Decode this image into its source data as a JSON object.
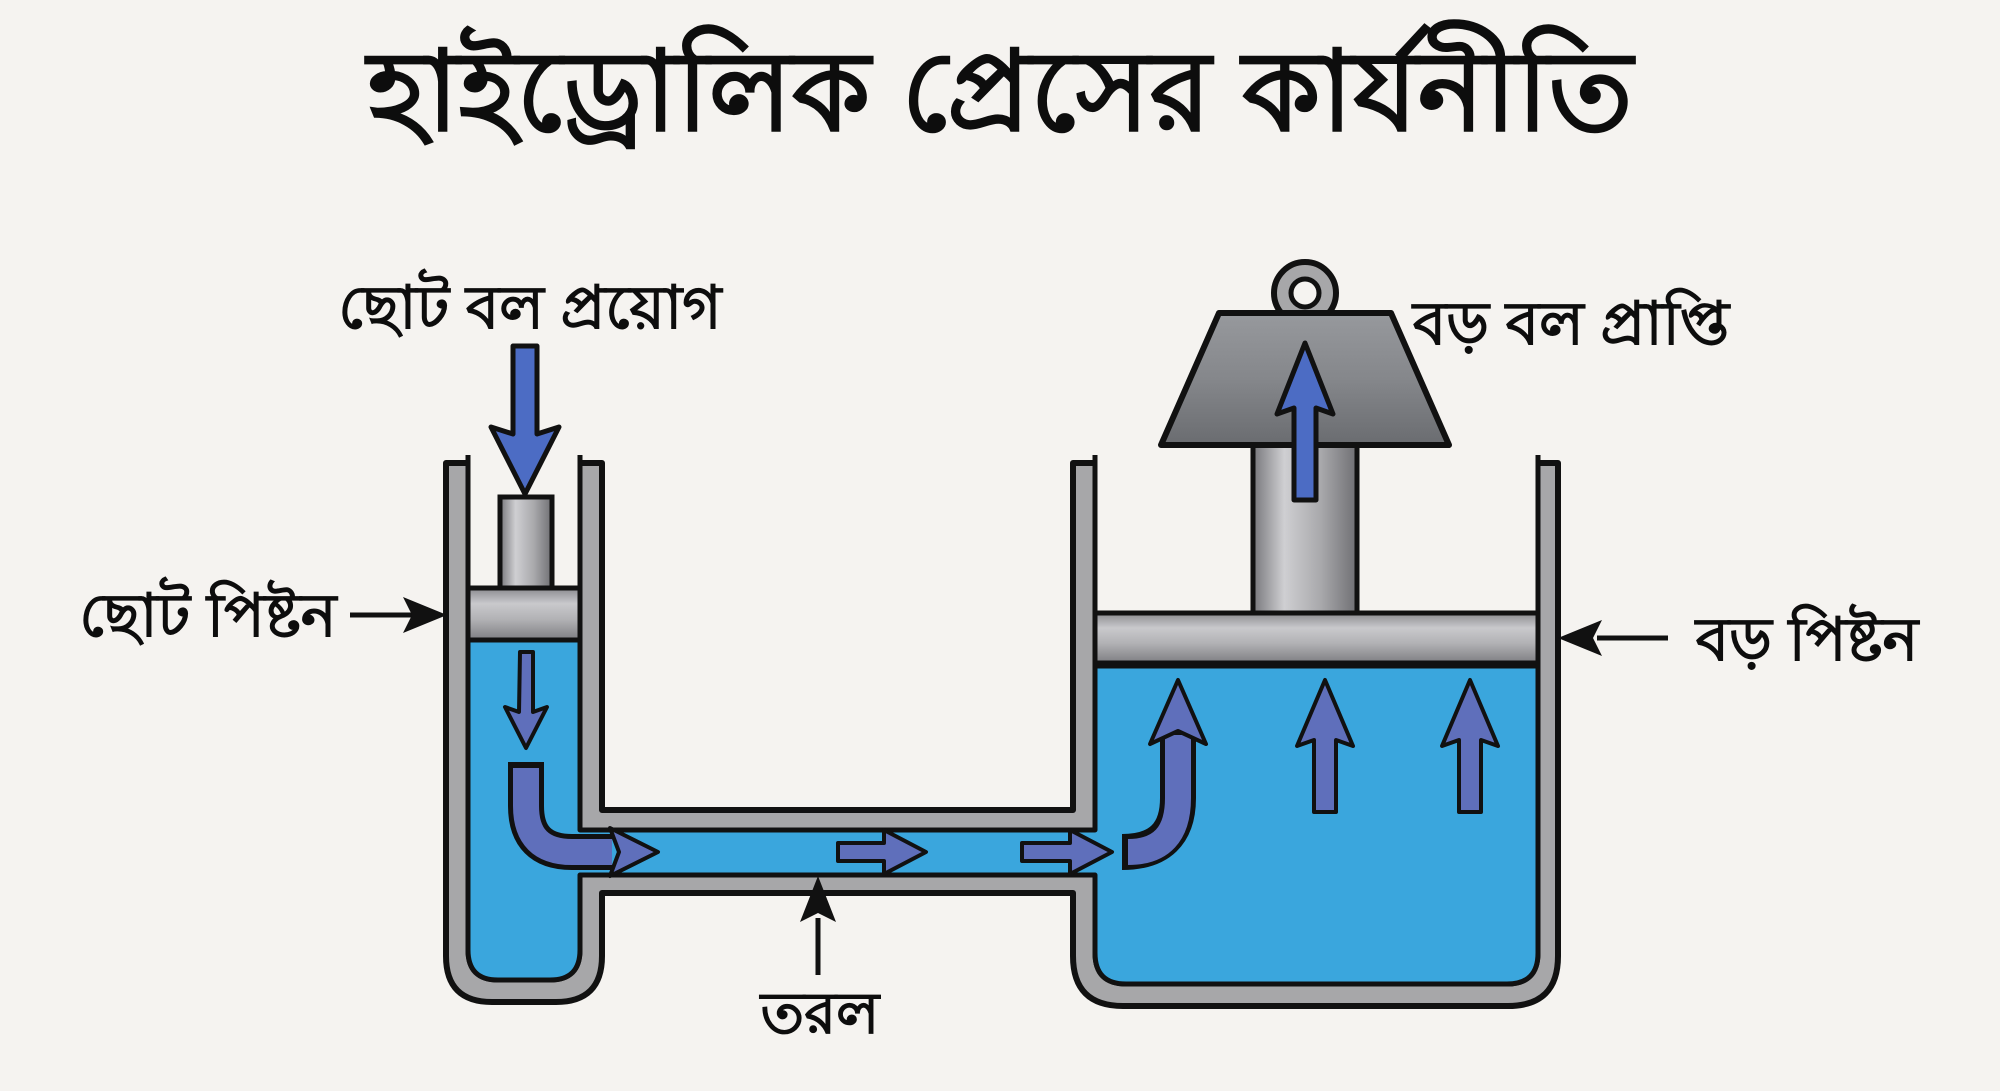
{
  "title": "হাইড্রোলিক প্রেসের কার্যনীতি",
  "labels": {
    "small_force": "ছোট বল প্রয়োগ",
    "small_piston": "ছোট পিষ্টন",
    "big_force": "বড় বল প্রাপ্তি",
    "big_piston": "বড় পিষ্টন",
    "liquid": "তরল"
  },
  "colors": {
    "background": "#F5F3F0",
    "liquid": "#3AA6DD",
    "wall": "#A7A7A9",
    "flow_arrow": "#5F6FBB",
    "force_arrow": "#4C6CC4",
    "outline": "#111111",
    "label_arrow": "#111111",
    "text": "#0D0D0D"
  }
}
